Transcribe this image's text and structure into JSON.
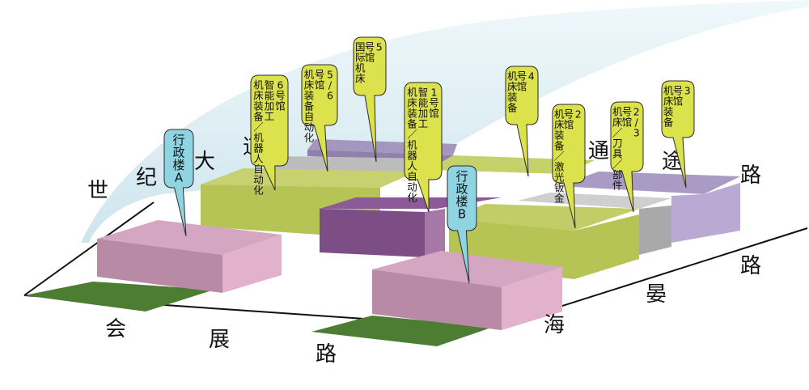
{
  "roads": {
    "century_avenue": [
      "世",
      "纪",
      "大",
      "道"
    ],
    "tongtu_road": [
      "通",
      "途",
      "路"
    ],
    "huizhan_road": [
      "会",
      "展",
      "路"
    ],
    "haiyan_road": [
      "海",
      "晏",
      "路"
    ]
  },
  "admin_buildings": [
    {
      "id": "A",
      "lines": [
        "行",
        "政",
        "楼",
        "A"
      ]
    },
    {
      "id": "B",
      "lines": [
        "行",
        "政",
        "楼",
        "B"
      ]
    }
  ],
  "hall_pins": [
    {
      "hall": "6号馆",
      "columns": [
        "6号馆",
        "智能加工",
        "机床装备／机器人自动化"
      ]
    },
    {
      "hall": "5/6号馆",
      "columns": [
        "5/6",
        "号馆",
        "机床装备自动化"
      ]
    },
    {
      "hall": "5号馆",
      "columns": [
        "5",
        "号馆",
        "国际机床"
      ]
    },
    {
      "hall": "1号馆",
      "columns": [
        "1号馆",
        "智能加工",
        "机床装备／机器人自动化"
      ]
    },
    {
      "hall": "4号馆",
      "columns": [
        "4",
        "号馆",
        "机床装备"
      ]
    },
    {
      "hall": "2号馆",
      "columns": [
        "2",
        "号馆",
        "机床装备／激光钣金"
      ]
    },
    {
      "hall": "2/3号馆",
      "columns": [
        "2/3",
        "号馆",
        "机床／刀具／部件"
      ]
    },
    {
      "hall": "3号馆",
      "columns": [
        "3",
        "号馆",
        "机床装备"
      ]
    }
  ],
  "colors": {
    "hall_green": "#b5c454",
    "hall_purple": "#7d4d86",
    "hall_lavender": "#ab9ec6",
    "hall_gray": "#bdbdbd",
    "admin_pink": "#e2b2cc",
    "lawn_green": "#4d7d32",
    "pin_yellow": "#dbe24b",
    "pin_blue": "#8fd4e3",
    "avenue_band": "#d2e8f0"
  }
}
